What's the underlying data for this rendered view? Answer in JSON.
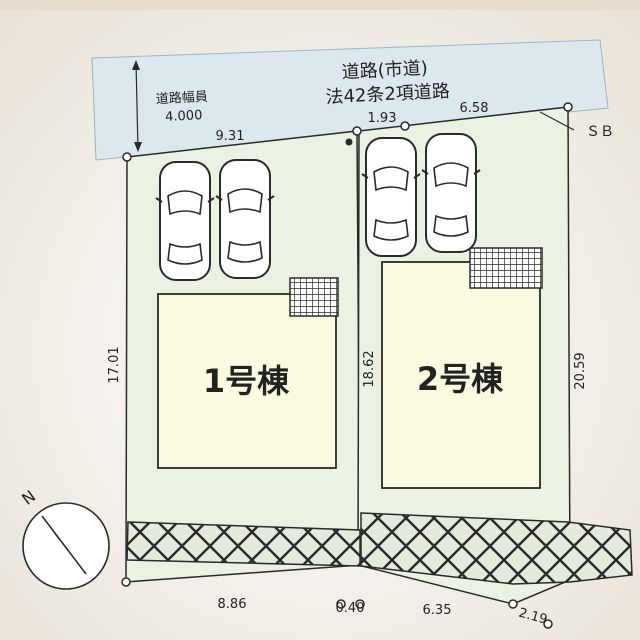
{
  "road": {
    "title": "道路(市道)",
    "subtitle": "法42条2項道路",
    "width_label": "道路幅員",
    "width_value": "4.000"
  },
  "buildings": [
    {
      "label": "1号棟"
    },
    {
      "label": "2号棟"
    }
  ],
  "dimensions": {
    "top_left": "9.31",
    "top_mid": "1.93",
    "top_right": "6.58",
    "left_side": "17.01",
    "middle_side": "18.62",
    "right_side": "20.59",
    "bottom_left": "8.86",
    "bottom_mid": "0.40",
    "bottom_right": "6.35",
    "bottom_far_right": "2.19"
  },
  "markers": {
    "sb": "ＳＢ",
    "north": "N"
  },
  "colors": {
    "lot_fill": "#eaf3e3",
    "building_fill": "#fafae0",
    "road_fill": "#dde8ee",
    "hatch_fill": "#dfe8da",
    "line": "#2a2a2a"
  }
}
